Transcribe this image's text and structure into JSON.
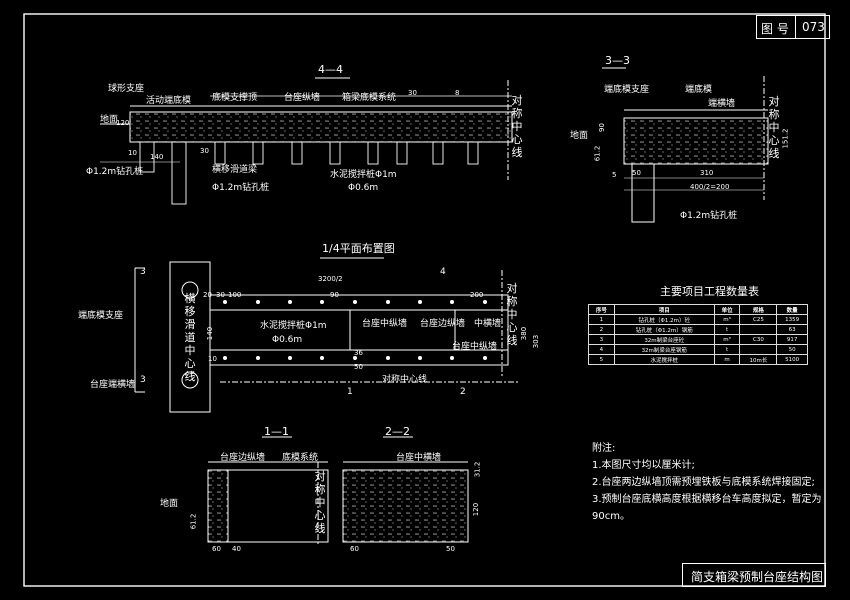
{
  "drawing_number": {
    "label": "图 号",
    "value": "073"
  },
  "title_block": {
    "title": "简支箱梁预制台座结构图"
  },
  "section_44": {
    "title": "4—4",
    "labels": {
      "ball_bearing": "球形支座",
      "movable_end_form": "活动端底模",
      "form_support": "底模支撑顶",
      "pedestal_long_wall": "台座纵墙",
      "box_bottom_form": "箱梁底模系统",
      "ground": "地面",
      "cement_pile": "水泥搅拌桩Φ1m",
      "cement_pile_dia": "Φ0.6m",
      "bored_pile": "Φ1.2m钻孔桩",
      "transverse_beam": "横移滑道梁",
      "bored_pile_2": "Φ1.2m钻孔桩",
      "symmetry_axis": "对称中心线"
    },
    "dims": {
      "d120": "120",
      "d10": "10",
      "d140": "140",
      "d30a": "30",
      "d8": "8",
      "d30": "30"
    }
  },
  "section_33": {
    "title": "3—3",
    "labels": {
      "end_form_support": "端底模支座",
      "end_bottom_form": "端底模",
      "end_transverse_wall": "端横墙",
      "ground": "地面",
      "bored_pile": "Φ1.2m钻孔桩",
      "symmetry_axis": "对称中心线"
    },
    "dims": {
      "d50": "50",
      "d310": "310",
      "d400": "400/2=200",
      "d151": "151.2",
      "d61": "61.2",
      "d90": "90",
      "d5": "5"
    }
  },
  "plan": {
    "title": "1/4平面布置图",
    "labels": {
      "end_form_bearing": "端底模支座",
      "end_transverse_wall": "台座端横墙",
      "slide_track": "横移滑道中心线",
      "cement_pile": "水泥搅拌桩Φ1m",
      "cement_pile_dia": "Φ0.6m",
      "mid_long_wall": "台座中纵墙",
      "side_long_wall": "台座边纵墙",
      "mid_transverse_wall": "中横墙",
      "center_long_wall": "台座中纵墙",
      "symmetry_axis": "对称中心线",
      "symmetry_axis_v": "对称中心线"
    },
    "dims": {
      "d3200": "3200/2",
      "d20": "20",
      "d30": "30",
      "d100": "100",
      "d90": "90",
      "d200": "200",
      "d50": "50",
      "d36": "36",
      "d380": "380",
      "d140": "140",
      "d303": "303",
      "d10": "10"
    },
    "markers": {
      "m3": "3",
      "m4": "4",
      "m1": "1",
      "m2": "2"
    }
  },
  "section_11": {
    "title": "1—1",
    "labels": {
      "side_long_wall": "台座边纵墙",
      "bottom_form": "底模系统",
      "ground": "地面",
      "symmetry_axis": "对称中心线"
    },
    "dims": {
      "d60": "60",
      "d61": "61.2",
      "d40": "40"
    }
  },
  "section_22": {
    "title": "2—2",
    "labels": {
      "mid_transverse_wall": "台座中横墙"
    },
    "dims": {
      "d60": "60",
      "d50": "50",
      "d31": "31.2",
      "d120": "120"
    }
  },
  "quantity_table": {
    "title": "主要项目工程数量表",
    "headers": [
      "序号",
      "项目",
      "单位",
      "规格",
      "数量"
    ],
    "rows": [
      [
        "1",
        "钻孔桩（Φ1.2m）砼",
        "m³",
        "C25",
        "1359"
      ],
      [
        "2",
        "钻孔桩（Φ1.2m）钢筋",
        "t",
        "",
        "63"
      ],
      [
        "3",
        "32m制梁台座砼",
        "m³",
        "C30",
        "917"
      ],
      [
        "4",
        "32m制梁台座钢筋",
        "t",
        "",
        "50"
      ],
      [
        "5",
        "水泥搅拌桩",
        "m",
        "10m长",
        "5100"
      ]
    ]
  },
  "notes": {
    "title": "附注:",
    "items": [
      "1.本图尺寸均以厘米计;",
      "2.台座两边纵墙顶需预埋铁板与底模系统焊接固定;",
      "3.预制台座底横高度根据横移台车高度拟定，暂定为90cm。"
    ]
  }
}
